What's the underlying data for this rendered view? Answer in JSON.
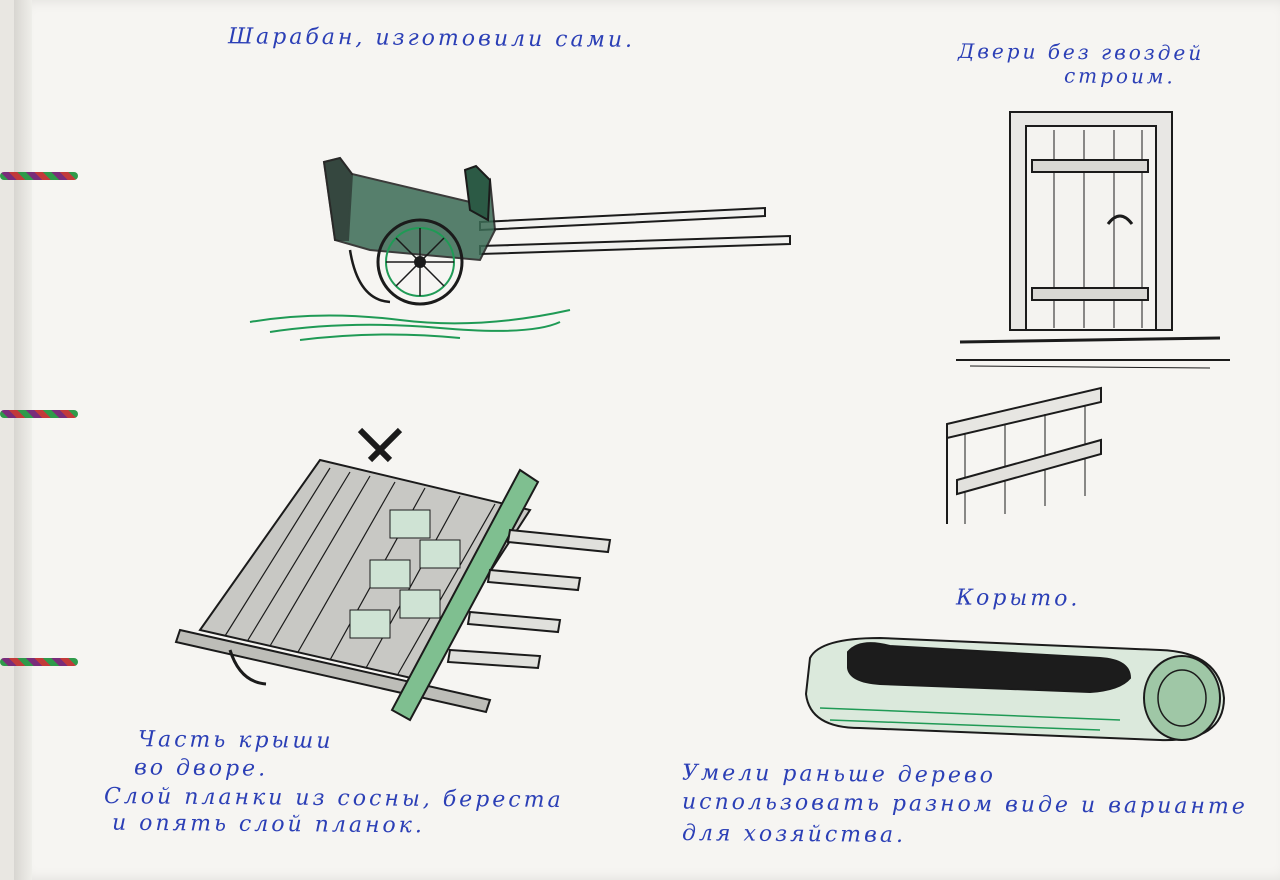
{
  "captions": {
    "sharaban": "Шарабан, изготовили сами.",
    "doors_line1": "Двери без гвоздей",
    "doors_line2": "строим.",
    "trough": "Корыто.",
    "roof_line1": "Часть крыши",
    "roof_line2": "во дворе.",
    "roof_line3": "Слой планки из сосны, береста",
    "roof_line4": "и опять слой планок.",
    "wood_line1": "Умели раньше дерево",
    "wood_line2": "использовать разном виде и варианте",
    "wood_line3": "для хозяйства."
  },
  "colors": {
    "ink_blue": "#2b3fb6",
    "ink_black": "#1b1b1b",
    "ink_green": "#1f9a55",
    "paper": "#f6f5f2"
  }
}
